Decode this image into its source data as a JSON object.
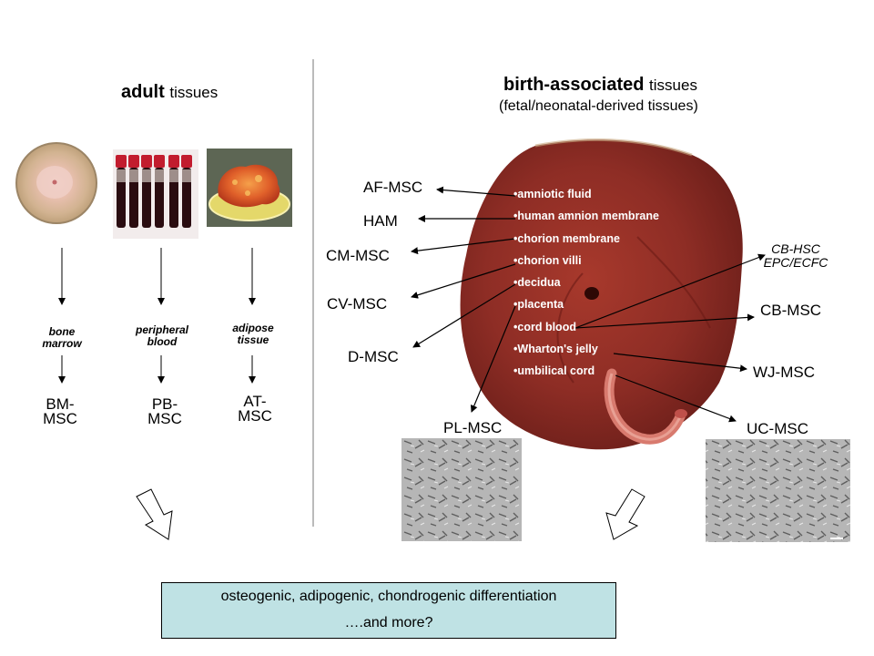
{
  "left_title": {
    "bold": "adult",
    "rest": "tissues"
  },
  "right_title": {
    "bold": "birth-associated",
    "rest": "tissues",
    "subtitle": "(fetal/neonatal-derived tissues)"
  },
  "adult_columns": [
    {
      "tissue": "bone marrow",
      "tissue_l1": "bone",
      "tissue_l2": "marrow",
      "msc_l1": "BM-",
      "msc_l2": "MSC"
    },
    {
      "tissue": "peripheral blood",
      "tissue_l1": "peripheral",
      "tissue_l2": "blood",
      "msc_l1": "PB-",
      "msc_l2": "MSC"
    },
    {
      "tissue": "adipose tissue",
      "tissue_l1": "adipose",
      "tissue_l2": "tissue",
      "msc_l1": "AT-",
      "msc_l2": "MSC"
    }
  ],
  "placenta_items": [
    {
      "bullet": "•",
      "text": "amniotic fluid"
    },
    {
      "bullet": "•",
      "text": "human amnion membrane"
    },
    {
      "bullet": "•",
      "text": "chorion membrane"
    },
    {
      "bullet": "•",
      "text": "chorion villi"
    },
    {
      "bullet": "•",
      "text": "decidua"
    },
    {
      "bullet": "•",
      "text": "placenta"
    },
    {
      "bullet": "•",
      "text": "cord blood"
    },
    {
      "bullet": "•",
      "text": "Wharton's jelly"
    },
    {
      "bullet": "•",
      "text": "umbilical cord"
    }
  ],
  "cell_labels": {
    "af": "AF-MSC",
    "ham": "HAM",
    "cm": "CM-MSC",
    "cv": "CV-MSC",
    "d": "D-MSC",
    "pl": "PL-MSC",
    "cb": "CB-MSC",
    "wj": "WJ-MSC",
    "uc": "UC-MSC",
    "cbhsc": "CB-HSC",
    "epc": "EPC/ECFC"
  },
  "bottom_box": {
    "line1": "osteogenic, adipogenic, chondrogenic differentiation",
    "line2": "….and more?"
  },
  "colors": {
    "box_fill": "#bfe2e4",
    "placenta": "#8e2d25",
    "text_white": "#ffffff"
  }
}
